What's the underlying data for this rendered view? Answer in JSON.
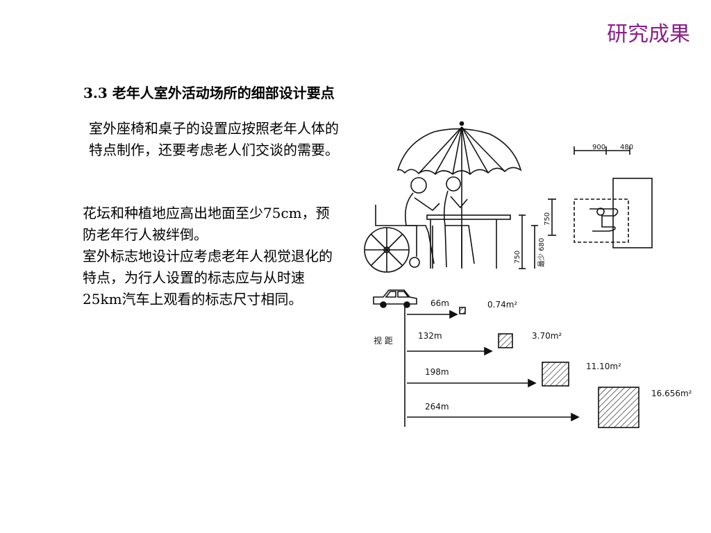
{
  "header": {
    "section_title": "研究成果"
  },
  "content": {
    "heading": "3.3 老年人室外活动场所的细部设计要点",
    "paragraph1": "室外座椅和桌子的设置应按照老年人体的特点制作，还要考虑老人们交谈的需要。",
    "paragraph2_lines": [
      "花坛和种植地应高出地面至少75cm，预防老年行人被绊倒。",
      "室外标志地设计应考虑老年人视觉退化的特点，为行人设置的标志应与从时速25km汽车上观看的标志尺寸相同。"
    ]
  },
  "figure_top": {
    "dim_900": "900",
    "dim_480": "480",
    "dim_750_plan": "750",
    "dim_750": "750",
    "dim_min680": "最少 680"
  },
  "figure_bottom": {
    "axis_label": "视 距",
    "rows": [
      {
        "distance": "66m",
        "area": "0.74m²"
      },
      {
        "distance": "132m",
        "area": "3.70m²"
      },
      {
        "distance": "198m",
        "area": "11.10m²"
      },
      {
        "distance": "264m",
        "area": "16.656m²"
      }
    ]
  }
}
